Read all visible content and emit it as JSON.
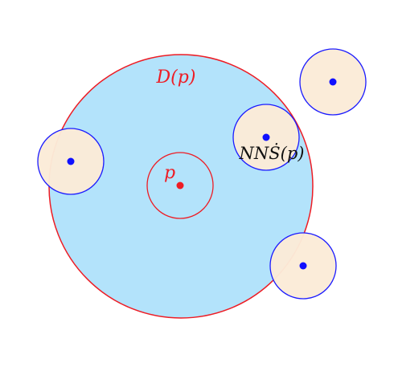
{
  "colors": {
    "region_fill": "#b3e3fb",
    "region_stroke": "#ee1c24",
    "disk_fill": "#fbebd8",
    "disk_stroke": "#1c1cff",
    "center_point": "#ee1c24",
    "point": "#1010ff",
    "label_red": "#ee1c24",
    "label_black": "#111111"
  },
  "labels": {
    "region": "D(p)",
    "center": "p",
    "nearest": "NNṠ(p)"
  },
  "diagram": {
    "region_name": "D(p)",
    "center_point_name": "p",
    "neighbor_disks": [
      {
        "id": "left",
        "marker": "point"
      },
      {
        "id": "nearest",
        "marker": "point",
        "label_key": "nearest"
      },
      {
        "id": "lower-right",
        "marker": "point"
      },
      {
        "id": "far-top-right",
        "marker": "point"
      }
    ]
  }
}
